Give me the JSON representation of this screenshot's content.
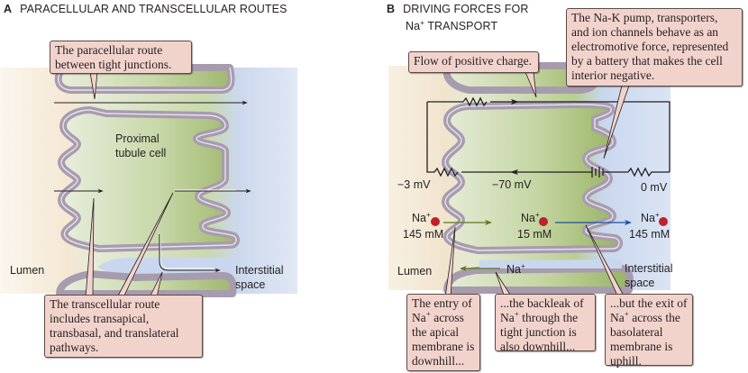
{
  "panel_a": {
    "letter": "A",
    "title": "PARACELLULAR AND TRANSCELLULAR ROUTES",
    "cell_label_line1": "Proximal",
    "cell_label_line2": "tubule cell",
    "lumen_label": "Lumen",
    "interstitial_line1": "Interstitial",
    "interstitial_line2": "space",
    "callout_paracellular": "The paracellular route between tight junctions.",
    "callout_transcellular": "The transcellular route includes transapical, transbasal, and translateral pathways."
  },
  "panel_b": {
    "letter": "B",
    "title_line1": "DRIVING FORCES FOR",
    "title_line2_pre": "Na",
    "title_line2_sup": "+",
    "title_line2_post": " TRANSPORT",
    "callout_flow": "Flow of positive charge.",
    "callout_battery": "The Na-K pump, transporters, and ion channels behave as an electromotive force, represented by a battery that makes the cell interior negative.",
    "voltage_lumen": "−3 mV",
    "voltage_cell": "−70 mV",
    "voltage_interstitial": "0 mV",
    "ion": "Na",
    "ion_charge": "+",
    "conc_lumen": "145 mM",
    "conc_cell": "15 mM",
    "conc_interstitial": "145 mM",
    "lumen_label": "Lumen",
    "interstitial_line1": "Interstitial",
    "interstitial_line2": "space",
    "callout_entry": {
      "pre": "The entry of Na",
      "sup": "+",
      "post": " across the apical membrane is downhill..."
    },
    "callout_backleak": {
      "pre": "...the backleak of Na",
      "sup": "+",
      "post": " through the tight junction is also downhill..."
    },
    "callout_exit": {
      "pre": "...but the exit of Na",
      "sup": "+",
      "post": " across the basolateral membrane is uphill."
    }
  },
  "colors": {
    "callout_fill": "#f2d3cc",
    "cell_green": "#a9c07e",
    "membrane": "#a79cae",
    "lumen_tint": "#f7ead6",
    "interstitial_tint": "#c9d7ee",
    "na_dot": "#c0202c",
    "entry_arrow": "#5b7a1e",
    "exit_arrow": "#1f4fa0"
  }
}
